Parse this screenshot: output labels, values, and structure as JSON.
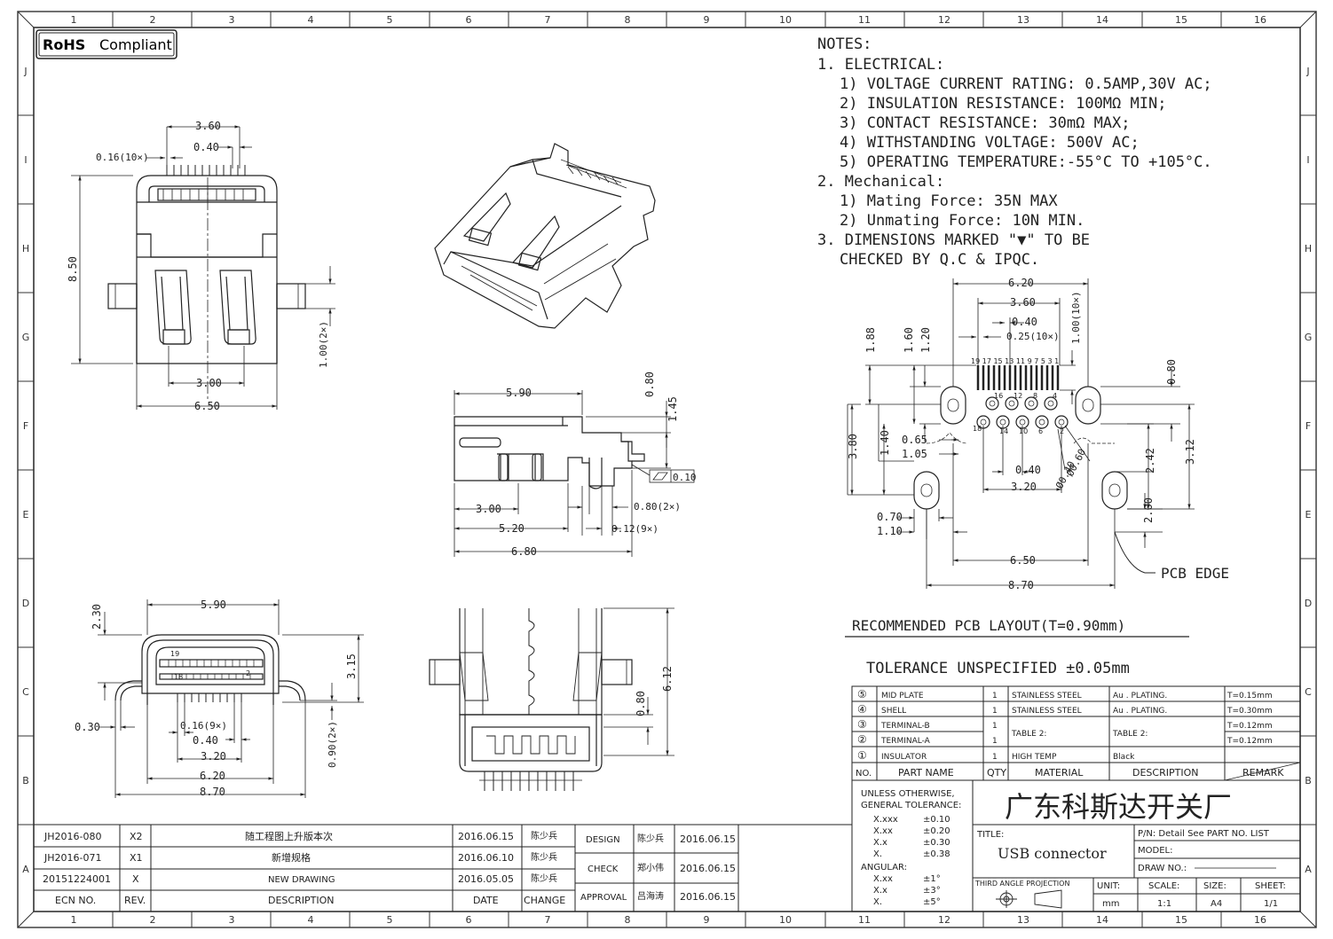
{
  "badge": {
    "bold": "RoHS",
    "text": "Compliant"
  },
  "grid": {
    "cols": [
      "1",
      "2",
      "3",
      "4",
      "5",
      "6",
      "7",
      "8",
      "9",
      "10",
      "11",
      "12",
      "13",
      "14",
      "15",
      "16"
    ],
    "rows": [
      "J",
      "I",
      "H",
      "G",
      "F",
      "E",
      "D",
      "C",
      "B",
      "A"
    ]
  },
  "notes": {
    "heading": "NOTES:",
    "lines": [
      "1. ELECTRICAL:",
      "1) VOLTAGE CURRENT RATING: 0.5AMP,30V AC;",
      "2) INSULATION RESISTANCE: 100MΩ MIN;",
      "3) CONTACT RESISTANCE: 30mΩ MAX;",
      "4) WITHSTANDING VOLTAGE: 500V AC;",
      "5) OPERATING TEMPERATURE:-55°C TO +105°C.",
      "2. Mechanical:",
      "1) Mating Force: 35N MAX",
      "2) Unmating Force: 10N MIN.",
      "3. DIMENSIONS MARKED \"▼\" TO BE",
      "CHECKED BY Q.C & IPQC."
    ]
  },
  "front_view": {
    "dims": [
      "3.60",
      "0.40",
      "0.16(10×)",
      "8.50",
      "3.00",
      "6.50",
      "1.00(2×)"
    ]
  },
  "side_view": {
    "dims": [
      "5.90",
      "0.80",
      "1.45",
      "0.10",
      "3.00",
      "0.80(2×)",
      "5.20",
      "0.12(9×)",
      "6.80"
    ]
  },
  "bottom_view": {
    "dims": [
      "5.90",
      "2.30",
      "3.15",
      "0.30",
      "0.16(9×)",
      "0.40",
      "3.20",
      "6.20",
      "8.70",
      "0.90(2×)"
    ],
    "pins": [
      "19",
      "18",
      "2"
    ]
  },
  "top_view": {
    "dims": [
      "6.12",
      "0.80"
    ]
  },
  "pcb": {
    "dims": [
      "6.20",
      "3.60",
      "0.40",
      "0.25(10×)",
      "1.00(10×)",
      "1.88",
      "1.60",
      "1.20",
      "0.80",
      "0.65",
      "1.05",
      "3.80",
      "1.40",
      "0.40",
      "3.20",
      "Ø0.60",
      "Ø0.40",
      "2.42",
      "3.12",
      "0.70",
      "1.10",
      "2.00",
      "6.50",
      "8.70"
    ],
    "pins_top": "19 17 15 13 11 9 7 5 3 1",
    "pins_mid": [
      "16",
      "12",
      "8",
      "4"
    ],
    "pins_bot": [
      "18",
      "14",
      "10",
      "6",
      "2"
    ],
    "edge_label": "PCB EDGE",
    "layout_label": "RECOMMENDED PCB LAYOUT(T=0.90mm)",
    "tolerance": "TOLERANCE UNSPECIFIED ±0.05mm"
  },
  "bom": {
    "rows": [
      {
        "no": "⑤",
        "name": "MID PLATE",
        "qty": "1",
        "material": "STAINLESS STEEL",
        "desc": "Au . PLATING.",
        "remark": "T=0.15mm"
      },
      {
        "no": "④",
        "name": "SHELL",
        "qty": "1",
        "material": "STAINLESS STEEL",
        "desc": "Au . PLATING.",
        "remark": "T=0.30mm"
      },
      {
        "no": "③",
        "name": "TERMINAL-B",
        "qty": "1",
        "material": "",
        "desc": "",
        "remark": "T=0.12mm"
      },
      {
        "no": "②",
        "name": "TERMINAL-A",
        "qty": "1",
        "material": "",
        "desc": "",
        "remark": "T=0.12mm"
      },
      {
        "no": "①",
        "name": "INSULATOR",
        "qty": "1",
        "material": "HIGH TEMP",
        "desc": "Black",
        "remark": ""
      }
    ],
    "table2_mat": "TABLE 2:",
    "table2_desc": "TABLE 2:",
    "headers": [
      "NO.",
      "PART NAME",
      "QTY",
      "MATERIAL",
      "DESCRIPTION",
      "REMARK"
    ]
  },
  "title_block": {
    "tol_head1": "UNLESS OTHERWISE,",
    "tol_head2": "GENERAL TOLERANCE:",
    "tols": [
      [
        "X.xxx",
        "±0.10"
      ],
      [
        "X.xx",
        "±0.20"
      ],
      [
        "X.x",
        "±0.30"
      ],
      [
        "X.",
        "±0.38"
      ]
    ],
    "angular": "ANGULAR:",
    "ang_tols": [
      [
        "X.xx",
        "±1°"
      ],
      [
        "X.x",
        "±3°"
      ],
      [
        "X.",
        "±5°"
      ]
    ],
    "company": "广东科斯达开关厂",
    "title_label": "TITLE:",
    "title": "USB connector",
    "pn": "P/N: Detail See PART NO. LIST",
    "model": "MODEL:",
    "drawno": "DRAW NO.:",
    "projection": "THIRD ANGLE PROJECTION",
    "unit_label": "UNIT:",
    "unit": "mm",
    "scale_label": "SCALE:",
    "scale": "1:1",
    "size_label": "SIZE:",
    "size": "A4",
    "sheet_label": "SHEET:",
    "sheet": "1/1"
  },
  "revisions": {
    "rows": [
      {
        "ecn": "JH2016-080",
        "rev": "X2",
        "desc": "随工程图上升版本次",
        "date": "2016.06.15",
        "change": "陈少兵"
      },
      {
        "ecn": "JH2016-071",
        "rev": "X1",
        "desc": "新增规格",
        "date": "2016.06.10",
        "change": "陈少兵"
      },
      {
        "ecn": "20151224001",
        "rev": "X",
        "desc": "NEW DRAWING",
        "date": "2016.05.05",
        "change": "陈少兵"
      }
    ],
    "headers": {
      "ecn": "ECN NO.",
      "rev": "REV.",
      "desc": "DESCRIPTION",
      "date": "DATE",
      "change": "CHANGE"
    },
    "approvals": [
      {
        "role": "DESIGN",
        "name": "陈少兵",
        "date": "2016.06.15"
      },
      {
        "role": "CHECK",
        "name": "郑小伟",
        "date": "2016.06.15"
      },
      {
        "role": "APPROVAL",
        "name": "吕海涛",
        "date": "2016.06.15"
      }
    ]
  }
}
